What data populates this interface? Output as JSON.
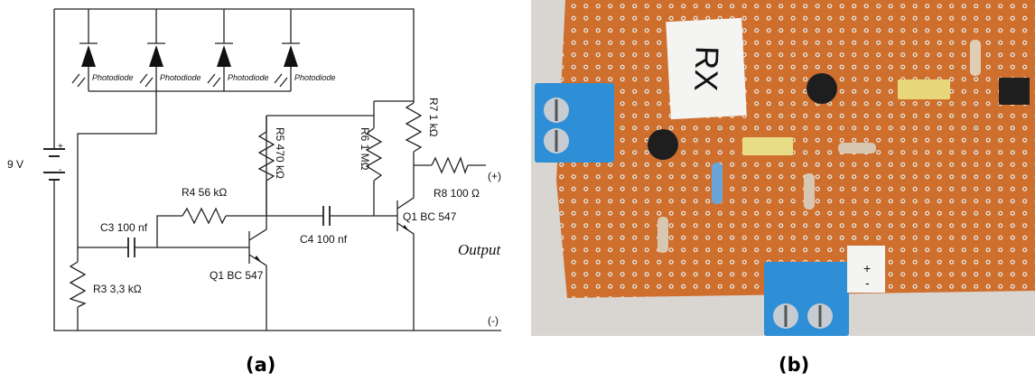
{
  "panels": {
    "a": "(a)",
    "b": "(b)"
  },
  "schematic": {
    "battery": "9 V",
    "battery_plus": "+",
    "battery_minus": "-",
    "photodiodes": [
      "Photodiode",
      "Photodiode",
      "Photodiode",
      "Photodiode"
    ],
    "r3": "R3 3,3 kΩ",
    "c3": "C3 100 nf",
    "r4": "R4 56 kΩ",
    "r5": "R5 470 kΩ",
    "q1a": "Q1 BC 547",
    "c4": "C4 100 nf",
    "r6": "R6 1 MΩ",
    "r7": "R7 1 kΩ",
    "q1b": "Q1 BC 547",
    "r8": "R8 100 Ω",
    "plus": "(+)",
    "minus": "(-)",
    "output": "Output"
  },
  "photo": {
    "card": "RX",
    "terminal_plus": "+",
    "terminal_minus": "-"
  }
}
